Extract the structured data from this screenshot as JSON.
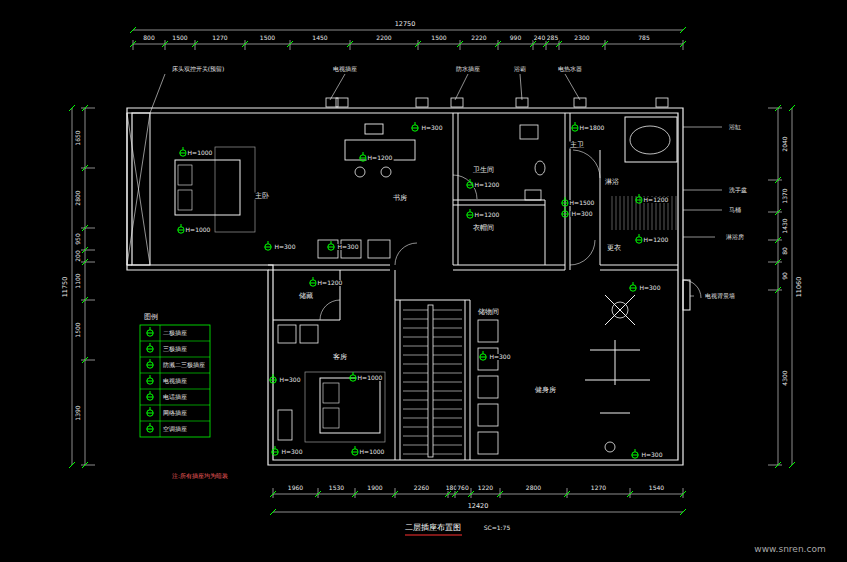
{
  "diagram": {
    "title": "二层插座布置图",
    "labels": [
      "12750",
      "800",
      "1500",
      "1270",
      "1500",
      "1450",
      "2200",
      "1500",
      "2220",
      "990",
      "240",
      "285",
      "2300",
      "785",
      "12420",
      "1960",
      "1530",
      "1900",
      "2260",
      "180",
      "760",
      "1220",
      "2800",
      "1270",
      "1540",
      "11750",
      "1650",
      "2800",
      "950",
      "200",
      "1100",
      "1500",
      "1390",
      "11060",
      "2040",
      "1370",
      "1430",
      "80",
      "90",
      "4300",
      "床头双控开关(预留)",
      "电视插座",
      "防水插座",
      "浴霸",
      "电热水器",
      "浴缸",
      "洗手盆",
      "马桶",
      "淋浴房",
      "电视背景墙",
      "主卧",
      "书房",
      "卫生间",
      "衣帽间",
      "主卫",
      "淋浴",
      "更衣",
      "储藏",
      "客房",
      "健身房",
      "储物间",
      "H=1000",
      "H=1000",
      "H=300",
      "H=300",
      "H=1200",
      "H=300",
      "H=1200",
      "H=1200",
      "H=1800",
      "H=1500",
      "H=300",
      "H=1200",
      "H=1200",
      "H=300",
      "H=1200",
      "H=300",
      "H=1000",
      "H=300",
      "H=1000",
      "H=300",
      "H=300",
      "图例",
      "注:所有插座均为暗装",
      "SC=1:75",
      "www.snren.com"
    ],
    "legend": [
      {
        "text": "二极插座"
      },
      {
        "text": "三极插座"
      },
      {
        "text": "防溅二三极插座"
      },
      {
        "text": "电视插座"
      },
      {
        "text": "电话插座"
      },
      {
        "text": "网络插座"
      },
      {
        "text": "空调插座"
      }
    ]
  }
}
